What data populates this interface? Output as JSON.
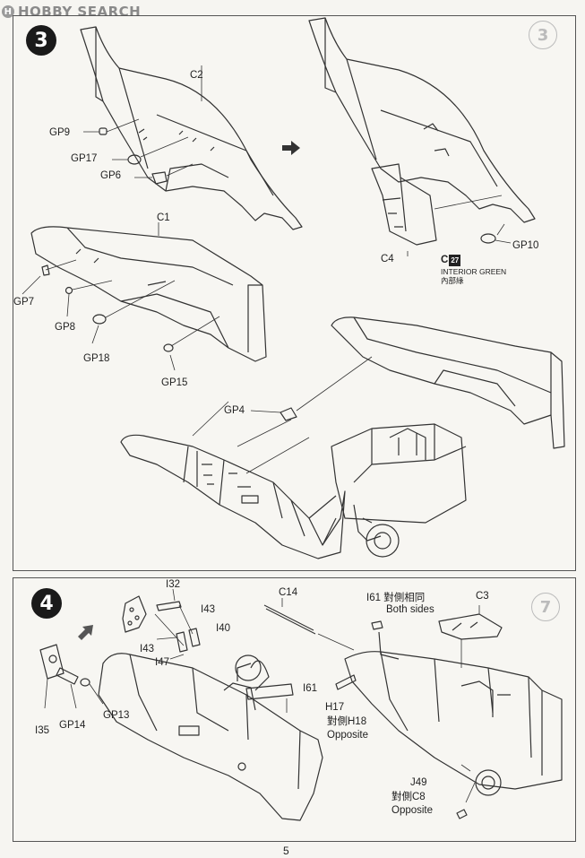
{
  "watermark": {
    "text": "HOBBY SEARCH",
    "logo_char": "H"
  },
  "steps": [
    {
      "number": "3"
    },
    {
      "number": "4"
    }
  ],
  "labels3": {
    "C2": "C2",
    "GP9": "GP9",
    "GP17": "GP17",
    "GP6": "GP6",
    "C1": "C1",
    "GP7": "GP7",
    "GP8": "GP8",
    "GP18": "GP18",
    "GP15": "GP15",
    "C4": "C4",
    "GP10": "GP10",
    "GP4": "GP4",
    "color_code": "C",
    "color_badge": "27",
    "color_name": "INTERIOR GREEN",
    "color_name_cn": "內部綠"
  },
  "labels4": {
    "I32": "I32",
    "I43a": "I43",
    "I40": "I40",
    "I43b": "I43",
    "I47": "I47",
    "C14": "C14",
    "I61a": "I61",
    "both_cn": "對側相同",
    "both_en": "Both sides",
    "C3": "C3",
    "I61b": "I61",
    "H17": "H17",
    "H18_cn": "對側H18",
    "opp1": "Opposite",
    "I35": "I35",
    "GP14": "GP14",
    "GP13": "GP13",
    "J49": "J49",
    "J49_cn": "對側C8",
    "opp2": "Opposite"
  },
  "page_number": "5"
}
